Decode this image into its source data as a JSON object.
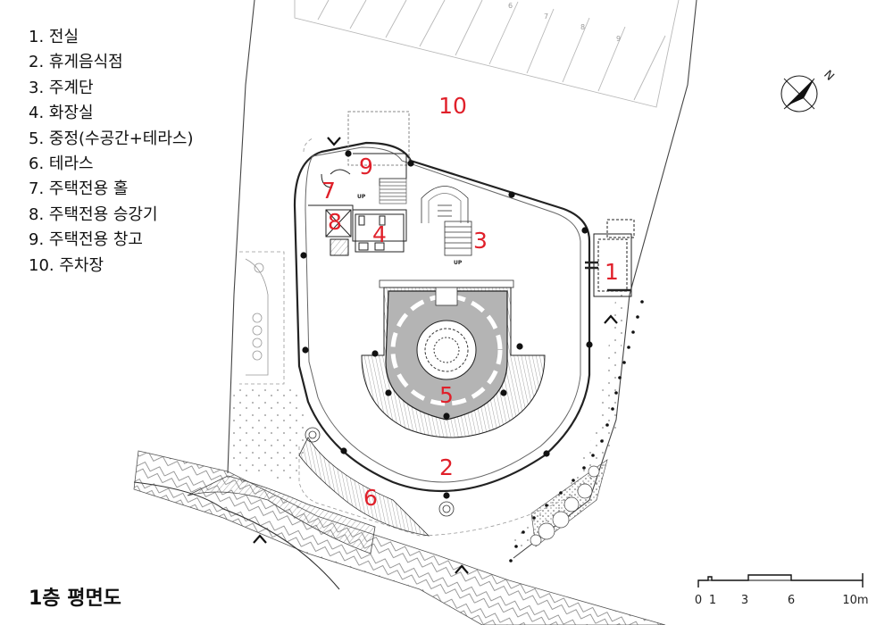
{
  "legend": {
    "items": [
      "1. 전실",
      "2. 휴게음식점",
      "3. 주계단",
      "4. 화장실",
      "5. 중정(수공간+테라스)",
      "6. 테라스",
      "7. 주택전용 홀",
      "8. 주택전용 승강기",
      "9. 주택전용 창고",
      "10. 주차장"
    ]
  },
  "plan_labels": [
    "1",
    "2",
    "3",
    "4",
    "5",
    "6",
    "7",
    "8",
    "9",
    "10"
  ],
  "parking_stall_numbers": [
    "6",
    "7",
    "8",
    "9"
  ],
  "stair_marks": [
    "UP",
    "UP"
  ],
  "title": "1층 평면도",
  "scale_bar": {
    "ticks": [
      "0",
      "1",
      "3",
      "6",
      "10m"
    ]
  },
  "north_marker": "N",
  "colors": {
    "label_red": "#e0202a",
    "court_gray": "#b4b4b4",
    "line": "#222222"
  }
}
